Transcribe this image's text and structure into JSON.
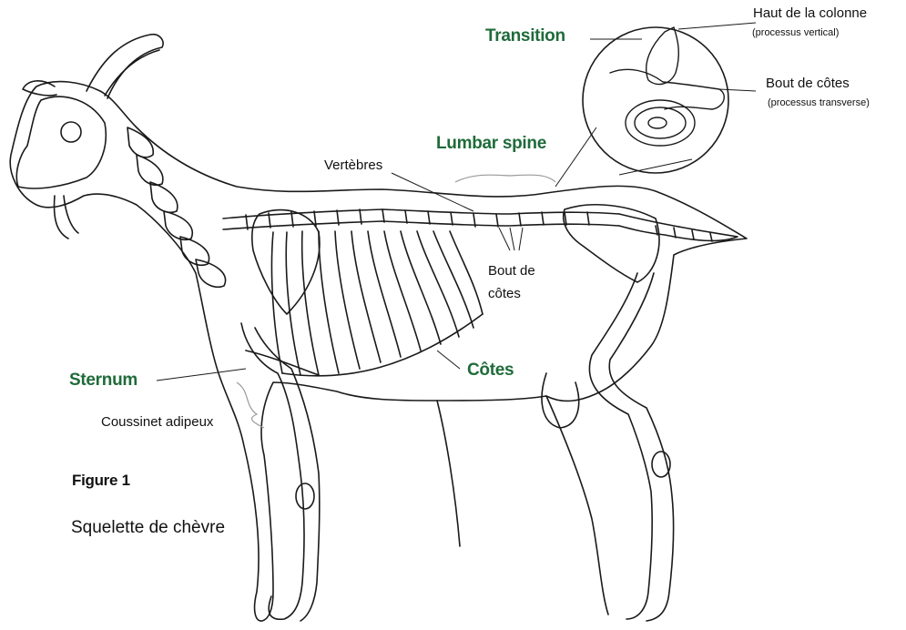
{
  "labels": {
    "transition": "Transition",
    "lumbar_spine": "Lumbar spine",
    "sternum": "Sternum",
    "cotes": "Côtes",
    "haut_colonne": "Haut de la colonne",
    "processus_vertical": "(processus vertical)",
    "bout_cotes_top": "Bout de côtes",
    "processus_transverse": "(processus transverse)",
    "vertebres": "Vertèbres",
    "bout_cotes_mid_1": "Bout de",
    "bout_cotes_mid_2": "côtes",
    "coussinet": "Coussinet adipeux"
  },
  "figure": {
    "number": "Figure 1",
    "caption": "Squelette de chèvre"
  },
  "colors": {
    "accent_green": "#1f6b3a",
    "outline": "#1a1a1a",
    "leader_grey": "#9a9a9a"
  },
  "icons": [
    "goat-skeleton-illustration",
    "vertebra-detail-illustration"
  ]
}
